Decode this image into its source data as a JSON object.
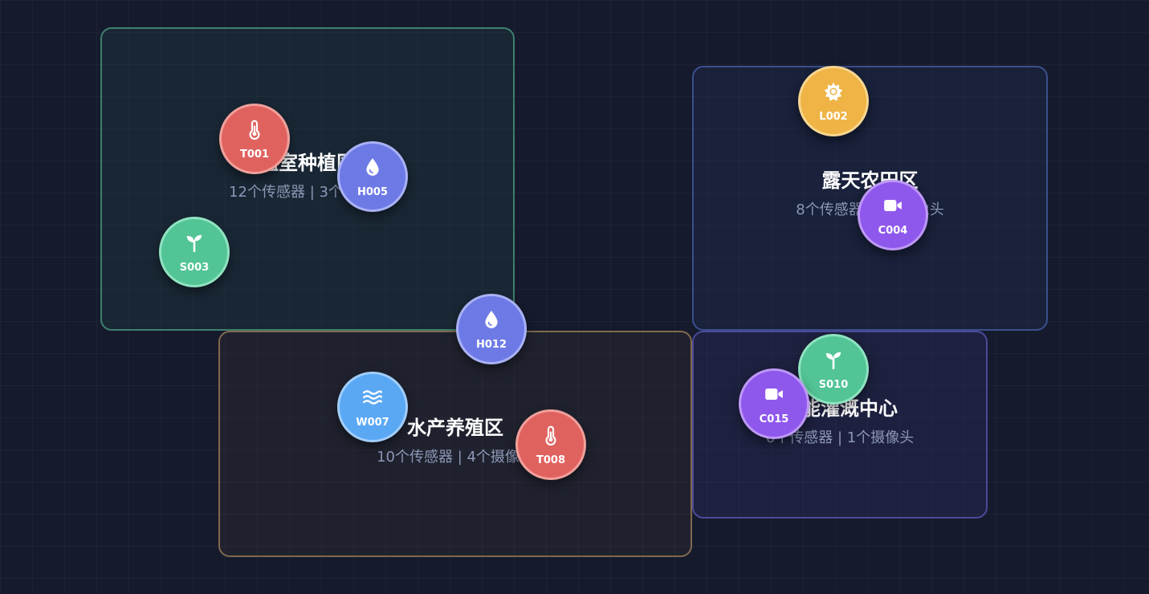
{
  "zones": {
    "greenhouse": {
      "title": "温室种植区",
      "stats": "12个传感器 | 3个摄像头"
    },
    "openfield": {
      "title": "露天农田区",
      "stats": "8个传感器 | 2个摄像头"
    },
    "aquaculture": {
      "title": "水产养殖区",
      "stats": "10个传感器 | 4个摄像头"
    },
    "irrigation": {
      "title": "智能灌溉中心",
      "stats": "6个传感器 | 1个摄像头"
    }
  },
  "sensors": [
    {
      "id": "T001",
      "type": "temperature",
      "icon": "thermometer-icon"
    },
    {
      "id": "H005",
      "type": "humidity",
      "icon": "droplet-icon"
    },
    {
      "id": "S003",
      "type": "soil",
      "icon": "sprout-icon"
    },
    {
      "id": "L002",
      "type": "light",
      "icon": "sun-icon"
    },
    {
      "id": "C004",
      "type": "camera",
      "icon": "video-camera-icon"
    },
    {
      "id": "H012",
      "type": "humidity",
      "icon": "droplet-icon"
    },
    {
      "id": "W007",
      "type": "water",
      "icon": "waves-icon"
    },
    {
      "id": "T008",
      "type": "temperature",
      "icon": "thermometer-icon"
    },
    {
      "id": "S010",
      "type": "soil",
      "icon": "sprout-icon"
    },
    {
      "id": "C015",
      "type": "camera",
      "icon": "video-camera-icon"
    }
  ],
  "colors": {
    "temperature": "#e0625f",
    "humidity": "#6d7ae6",
    "soil": "#52c496",
    "light": "#efb445",
    "camera": "#8f58ec",
    "water": "#5aa8f4"
  }
}
